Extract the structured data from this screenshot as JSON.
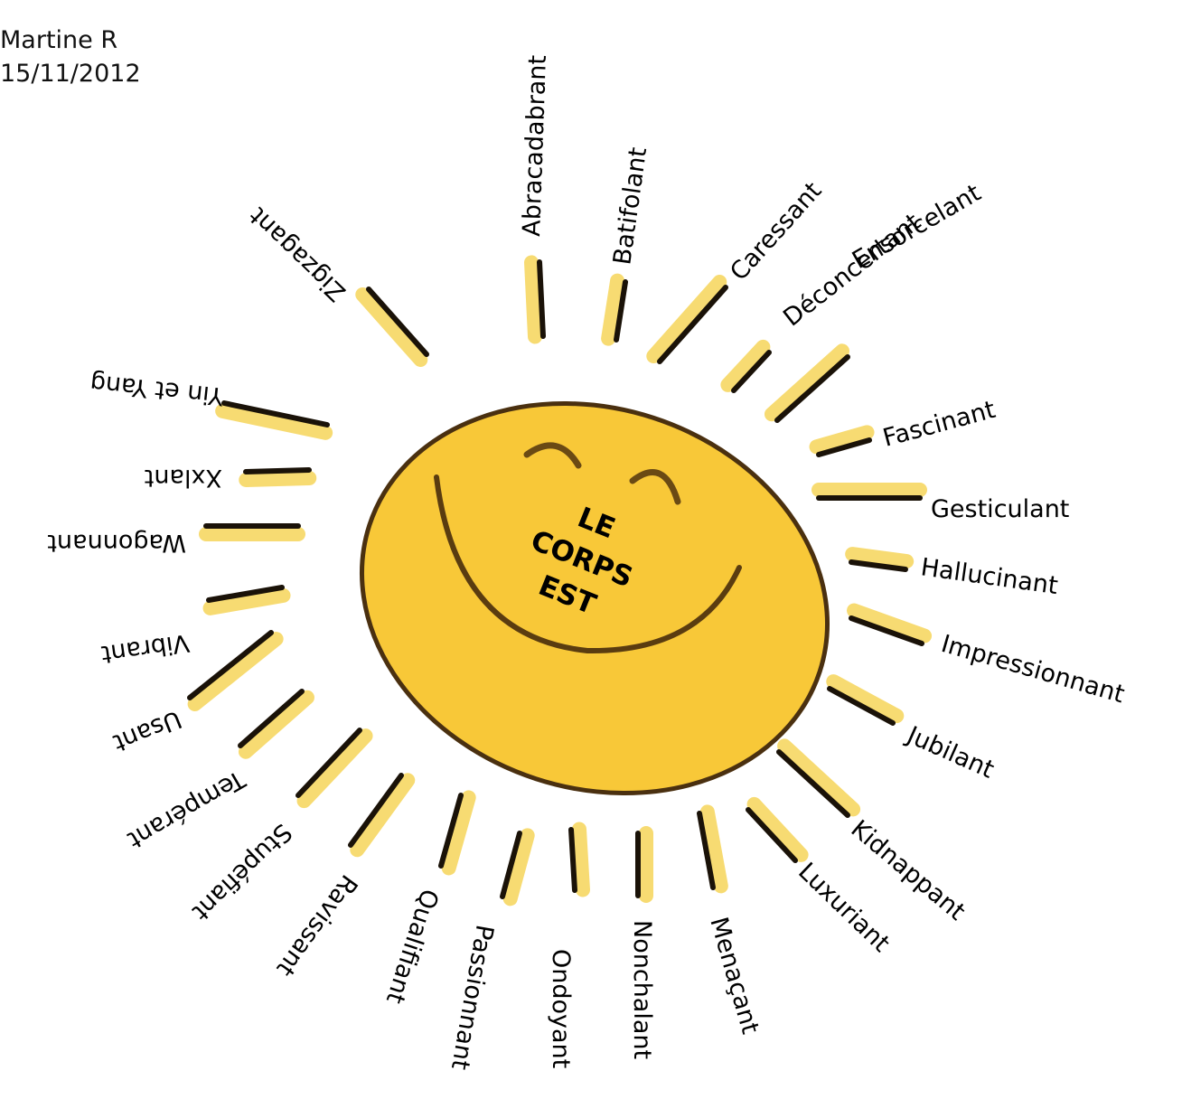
{
  "author": {
    "name": "Martine R",
    "date": "15/11/2012"
  },
  "center": {
    "lines": [
      "LE",
      "CORPS",
      "EST"
    ]
  },
  "words": [
    "Abracadabrant",
    "Batifolant",
    "Caressant",
    "Déconcertant",
    "Ensorcelant",
    "Fascinant",
    "Gesticulant",
    "Hallucinant",
    "Impressionnant",
    "Jubilant",
    "Kidnappant",
    "Luxuriant",
    "Menaçant",
    "Nonchalant",
    "Ondoyant",
    "Passionnant",
    "Qualifiant",
    "Ravissant",
    "Stupéfiant",
    "Tempérant",
    "Usant",
    "Vibrant",
    "Wagonnant",
    "Xxlant",
    "Yin et Yang",
    "Zigzagant"
  ],
  "colors": {
    "sun_fill": "#f8c838",
    "sun_outline": "#4a3010",
    "ray_yellow": "#f6d55a",
    "ray_dark": "#1a1208"
  }
}
